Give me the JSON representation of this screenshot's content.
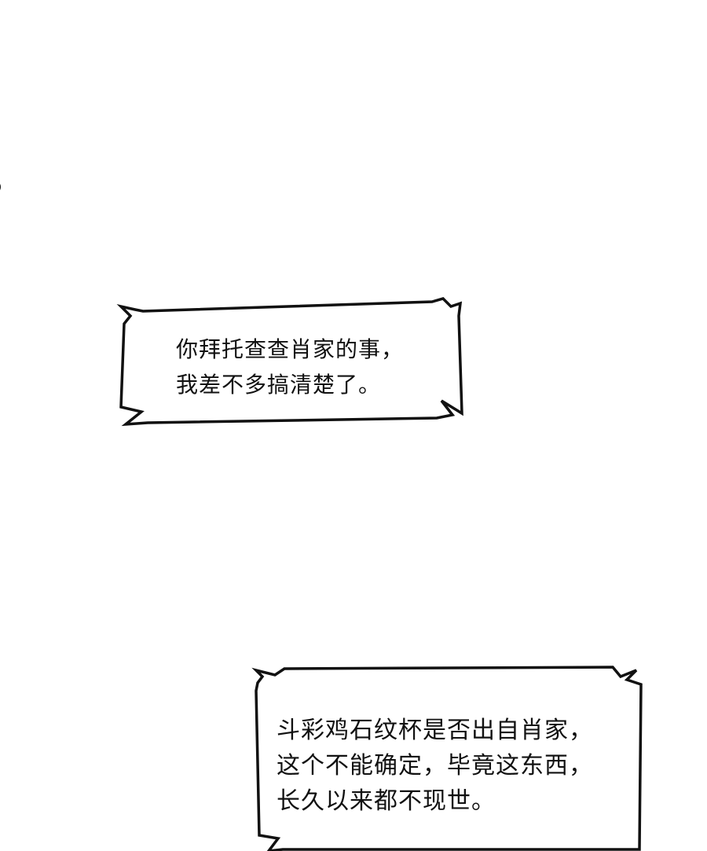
{
  "colors": {
    "background": "#ffffff",
    "outline": "#111111",
    "text": "#111111"
  },
  "bubbles": [
    {
      "lines": [
        "你拜托查查肖家的事，",
        "我差不多搞清楚了。"
      ]
    },
    {
      "lines": [
        "斗彩鸡石纹杯是否出自肖家，",
        "这个不能确定，毕竟这东西，",
        "长久以来都不现世。"
      ]
    }
  ]
}
